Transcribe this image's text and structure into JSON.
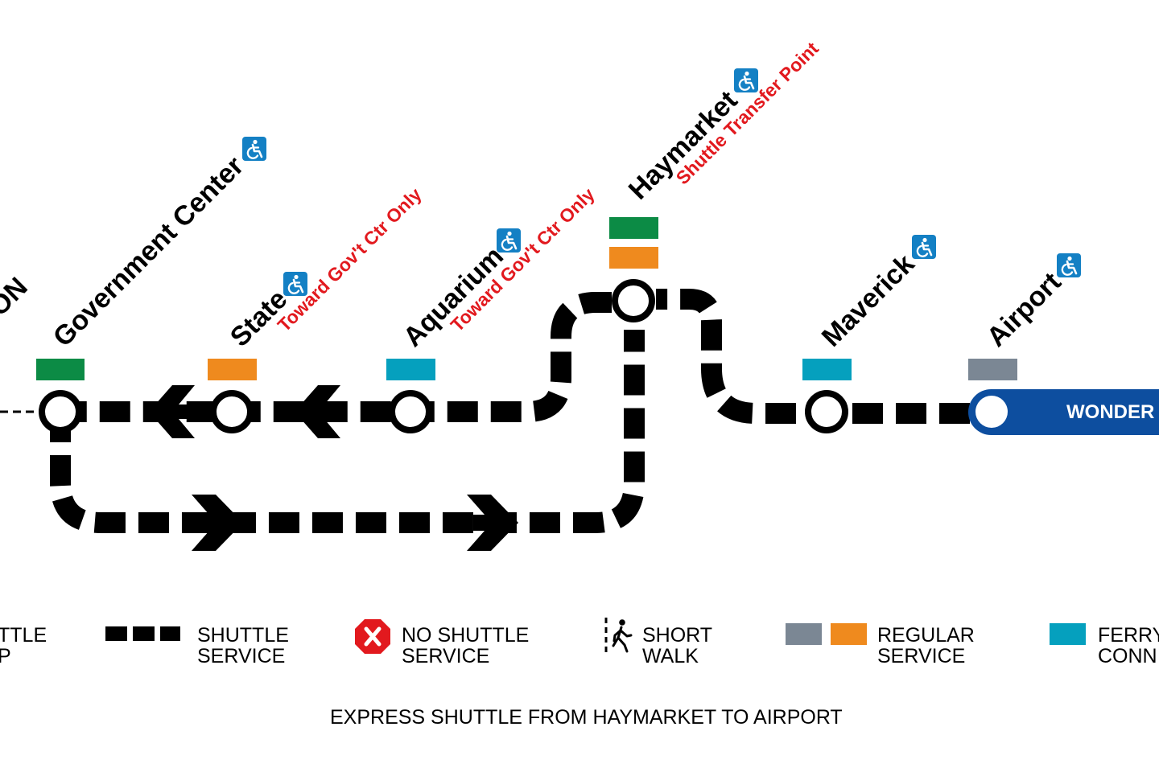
{
  "map": {
    "colors": {
      "green_line": "#0c8b45",
      "orange_line": "#ef8a1e",
      "blue_line": "#0d4e9f",
      "ferry": "#05a0be",
      "gray_service": "#7b8794",
      "alert_red": "#e2191e",
      "accessible_blue": "#1480c4"
    },
    "stations": [
      {
        "id": "partial",
        "name": "ON",
        "accessible": false,
        "note": ""
      },
      {
        "id": "government-center",
        "name": "Government Center",
        "accessible": true,
        "note": "",
        "connections": [
          "green"
        ]
      },
      {
        "id": "state",
        "name": "State",
        "accessible": true,
        "note": "Toward Gov't Ctr Only",
        "connections": [
          "orange"
        ]
      },
      {
        "id": "aquarium",
        "name": "Aquarium",
        "accessible": true,
        "note": "Toward Gov't Ctr Only",
        "connections": [
          "ferry"
        ]
      },
      {
        "id": "haymarket",
        "name": "Haymarket",
        "accessible": true,
        "note": "Shuttle Transfer Point",
        "connections": [
          "green",
          "orange"
        ]
      },
      {
        "id": "maverick",
        "name": "Maverick",
        "accessible": true,
        "note": "",
        "connections": [
          "ferry"
        ]
      },
      {
        "id": "airport",
        "name": "Airport",
        "accessible": true,
        "note": "",
        "connections": [
          "gray"
        ]
      }
    ],
    "terminal": {
      "label": "WONDER"
    },
    "icons": {
      "accessible": "wheelchair-icon",
      "no_shuttle": "x-octagon-icon",
      "short_walk": "pedestrian-icon",
      "direction": "arrow-icon"
    }
  },
  "legend": [
    {
      "key": "shuttle-stop",
      "line1": "TTLE",
      "line2": "P"
    },
    {
      "key": "shuttle-service",
      "line1": "SHUTTLE",
      "line2": "SERVICE"
    },
    {
      "key": "no-shuttle",
      "line1": "NO SHUTTLE",
      "line2": "SERVICE"
    },
    {
      "key": "short-walk",
      "line1": "SHORT",
      "line2": "WALK"
    },
    {
      "key": "regular-service",
      "line1": "REGULAR",
      "line2": "SERVICE"
    },
    {
      "key": "ferry",
      "line1": "FERRY",
      "line2": "CONN"
    }
  ],
  "caption": "EXPRESS SHUTTLE FROM HAYMARKET TO AIRPORT"
}
